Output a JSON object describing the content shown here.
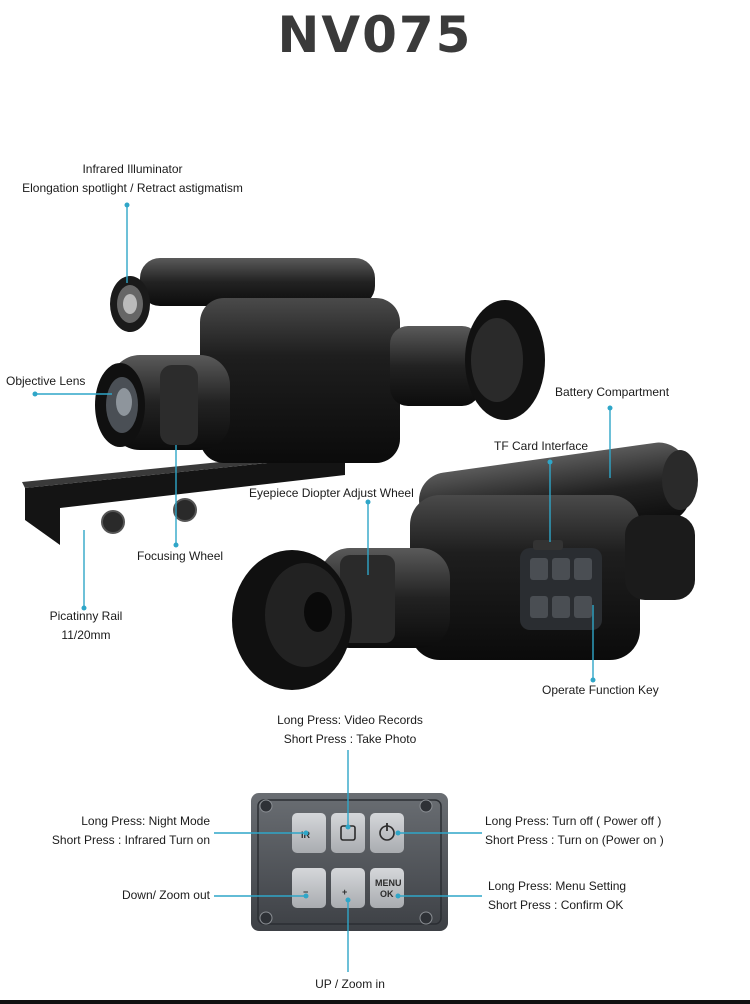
{
  "title": "NV075",
  "labels": {
    "infrared_line1": "Infrared Illuminator",
    "infrared_line2": "Elongation spotlight / Retract astigmatism",
    "objective_lens": "Objective Lens",
    "battery": "Battery Compartment",
    "tf_card": "TF Card Interface",
    "eyepiece": "Eyepiece Diopter Adjust Wheel",
    "focusing": "Focusing Wheel",
    "picatinny_line1": "Picatinny Rail",
    "picatinny_line2": "11/20mm",
    "operate": "Operate Function Key"
  },
  "keypad": {
    "top_line1": "Long Press: Video Records",
    "top_line2": "Short Press : Take Photo",
    "left_top_line1": "Long Press: Night Mode",
    "left_top_line2": "Short Press : Infrared Turn on",
    "left_bottom": "Down/ Zoom out",
    "right_top_line1": "Long Press: Turn off ( Power off )",
    "right_top_line2": "Short Press : Turn on (Power on )",
    "right_bottom_line1": "Long Press: Menu Setting",
    "right_bottom_line2": "Short Press : Confirm OK",
    "bottom": "UP / Zoom in",
    "key_ir": "IR",
    "key_minus": "−",
    "key_plus": "+",
    "key_menu1": "MENU",
    "key_menu2": "OK"
  },
  "colors": {
    "accent": "#2fa6c8",
    "title": "#3a3a3a",
    "device": "#1a1a1a"
  }
}
